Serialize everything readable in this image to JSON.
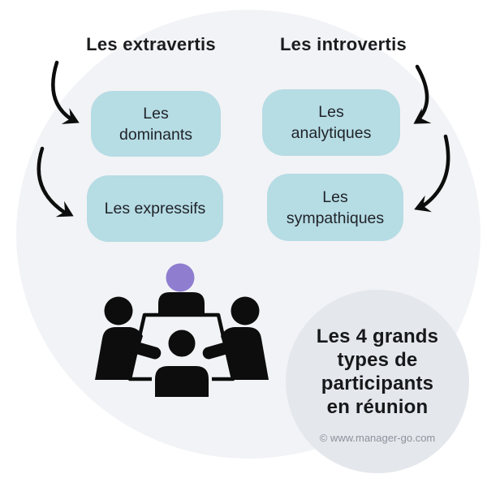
{
  "title": "Les 4 grands types de participants en réunion",
  "headings": {
    "left": "Les extravertis",
    "right": "Les introvertis"
  },
  "boxes": [
    {
      "id": "dominants",
      "label": "Les\ndominants"
    },
    {
      "id": "analytiques",
      "label": "Les\nanalytiques"
    },
    {
      "id": "expressifs",
      "label": "Les expressifs"
    },
    {
      "id": "sympathiques",
      "label": "Les\nsympathiques"
    }
  ],
  "badge": {
    "title": "Les 4 grands\ntypes de\nparticipants\nen réunion",
    "copyright": "© www.manager-go.com"
  },
  "icons": {
    "meeting": "meeting-table-icon",
    "arrows": [
      "curved-arrow-to-dominants",
      "curved-arrow-to-expressifs",
      "curved-arrow-to-analytiques",
      "curved-arrow-to-sympathiques"
    ]
  },
  "colors": {
    "background": "#ffffff",
    "blob": "#f2f3f6",
    "badge_circle": "#e4e7ec",
    "type_box": "#b6dce4",
    "ink": "#0d0d0d",
    "accent_head": "#8f7ed0",
    "heading_text": "#1b1c1e",
    "box_text": "#1f2328",
    "badge_text": "#17181a",
    "copyright_text": "#8d929b"
  }
}
